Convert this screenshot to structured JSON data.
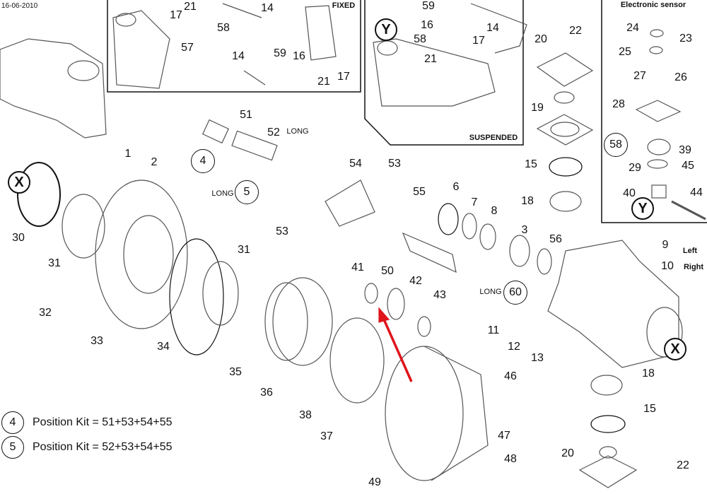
{
  "date": "16-06-2010",
  "insets": {
    "fixed": "FIXED",
    "suspended": "SUSPENDED",
    "sensor": "Electronic sensor"
  },
  "accent_color": "#e0141b",
  "labels": [
    {
      "text": "17"
    },
    {
      "text": "21"
    },
    {
      "text": "14"
    },
    {
      "text": "58"
    },
    {
      "text": "57"
    },
    {
      "text": "14"
    },
    {
      "text": "59"
    },
    {
      "text": "16"
    },
    {
      "text": "21"
    },
    {
      "text": "17"
    },
    {
      "text": "59"
    },
    {
      "text": "Y",
      "kind": "symbol"
    },
    {
      "text": "16"
    },
    {
      "text": "14"
    },
    {
      "text": "58"
    },
    {
      "text": "17"
    },
    {
      "text": "21"
    },
    {
      "text": "24"
    },
    {
      "text": "23"
    },
    {
      "text": "25"
    },
    {
      "text": "27"
    },
    {
      "text": "26"
    },
    {
      "text": "28"
    },
    {
      "text": "58",
      "kind": "circ"
    },
    {
      "text": "39"
    },
    {
      "text": "29"
    },
    {
      "text": "45"
    },
    {
      "text": "40"
    },
    {
      "text": "44"
    },
    {
      "text": "Y",
      "kind": "symbol"
    },
    {
      "text": "20"
    },
    {
      "text": "22"
    },
    {
      "text": "19"
    },
    {
      "text": "15"
    },
    {
      "text": "18"
    },
    {
      "text": "1"
    },
    {
      "text": "2"
    },
    {
      "text": "4",
      "kind": "circ"
    },
    {
      "text": "51"
    },
    {
      "text": "52"
    },
    {
      "text": "LONG",
      "kind": "tag"
    },
    {
      "text": "5",
      "kind": "circ"
    },
    {
      "text": "LONG",
      "kind": "tag"
    },
    {
      "text": "53"
    },
    {
      "text": "54"
    },
    {
      "text": "53"
    },
    {
      "text": "55"
    },
    {
      "text": "6"
    },
    {
      "text": "7"
    },
    {
      "text": "8"
    },
    {
      "text": "3"
    },
    {
      "text": "56"
    },
    {
      "text": "9"
    },
    {
      "text": "Left",
      "kind": "bold"
    },
    {
      "text": "10"
    },
    {
      "text": "Right",
      "kind": "bold"
    },
    {
      "text": "X",
      "kind": "symbol"
    },
    {
      "text": "30"
    },
    {
      "text": "31"
    },
    {
      "text": "31"
    },
    {
      "text": "32"
    },
    {
      "text": "33"
    },
    {
      "text": "34"
    },
    {
      "text": "35"
    },
    {
      "text": "36"
    },
    {
      "text": "41"
    },
    {
      "text": "50"
    },
    {
      "text": "42"
    },
    {
      "text": "43"
    },
    {
      "text": "LONG",
      "kind": "tag"
    },
    {
      "text": "60",
      "kind": "circ"
    },
    {
      "text": "11"
    },
    {
      "text": "12"
    },
    {
      "text": "13"
    },
    {
      "text": "X",
      "kind": "symbol"
    },
    {
      "text": "18"
    },
    {
      "text": "15"
    },
    {
      "text": "46"
    },
    {
      "text": "38"
    },
    {
      "text": "37"
    },
    {
      "text": "47"
    },
    {
      "text": "48"
    },
    {
      "text": "49"
    },
    {
      "text": "20"
    },
    {
      "text": "22"
    }
  ],
  "legend": [
    {
      "kit": "4",
      "text": "Position Kit = 51+53+54+55"
    },
    {
      "kit": "5",
      "text": "Position Kit = 52+53+54+55"
    }
  ]
}
